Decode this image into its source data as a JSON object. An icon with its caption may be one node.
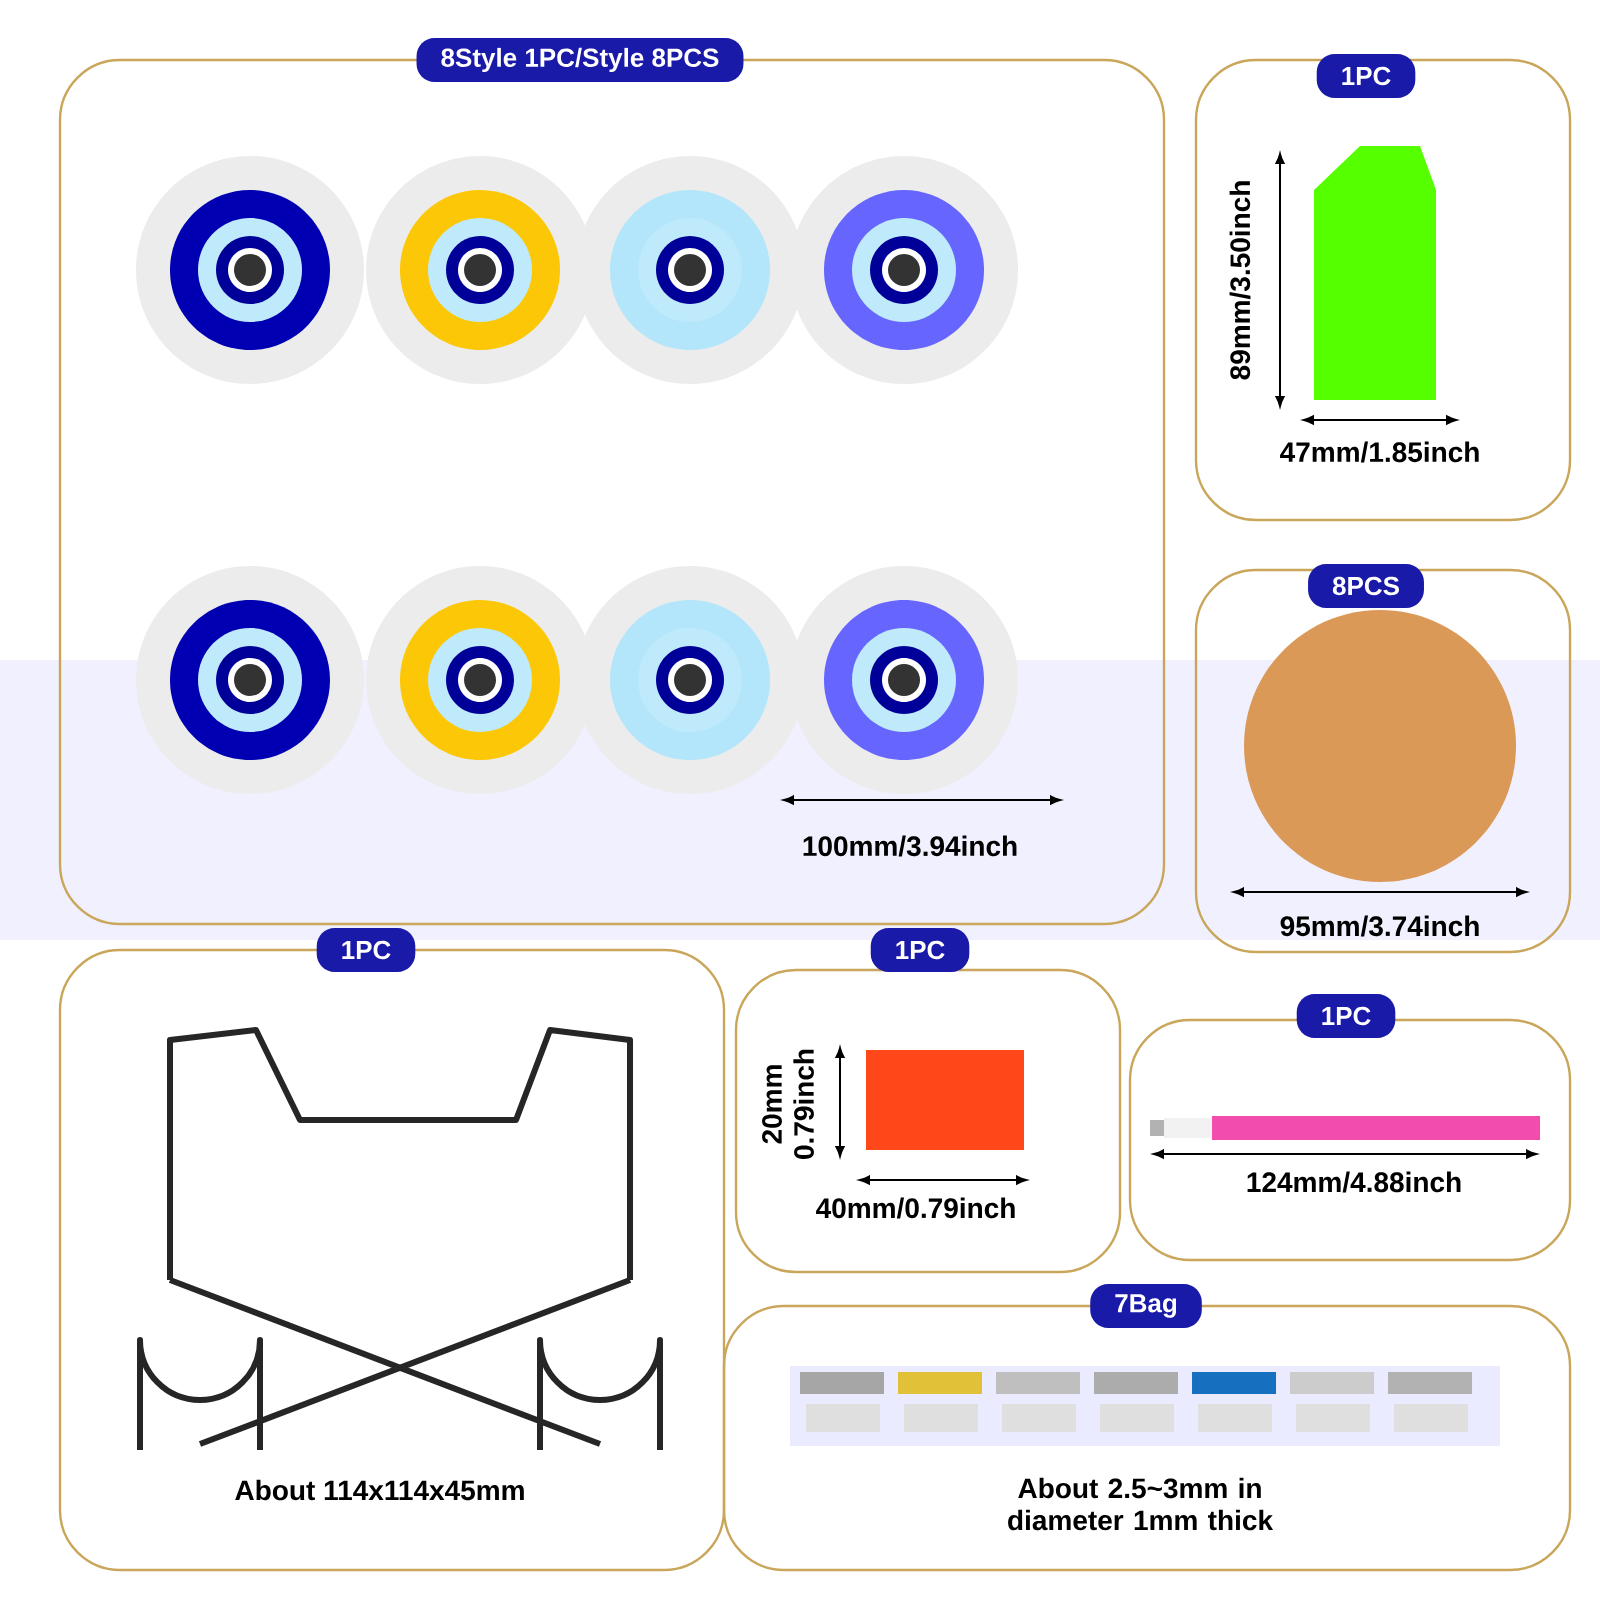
{
  "diagram": {
    "nodes": [
      {
        "text": [
          "8Style 1PC/Style 8PCS",
          "100mm/3.94inch"
        ]
      },
      {
        "text": [
          "1PC",
          "89mm/3.50inch",
          "47mm/1.85inch"
        ]
      },
      {
        "text": [
          "8PCS",
          "95mm/3.74inch"
        ]
      },
      {
        "text": [
          "1PC",
          "About 114x114x45mm"
        ]
      },
      {
        "text": [
          "1PC",
          "20mm 0.79inch",
          "40mm/0.79inch"
        ]
      },
      {
        "text": [
          "1PC",
          "124mm/4.88inch"
        ]
      },
      {
        "text": [
          "7Bag",
          "About 2.5~3mm in diameter 1mm thick"
        ]
      }
    ]
  }
}
